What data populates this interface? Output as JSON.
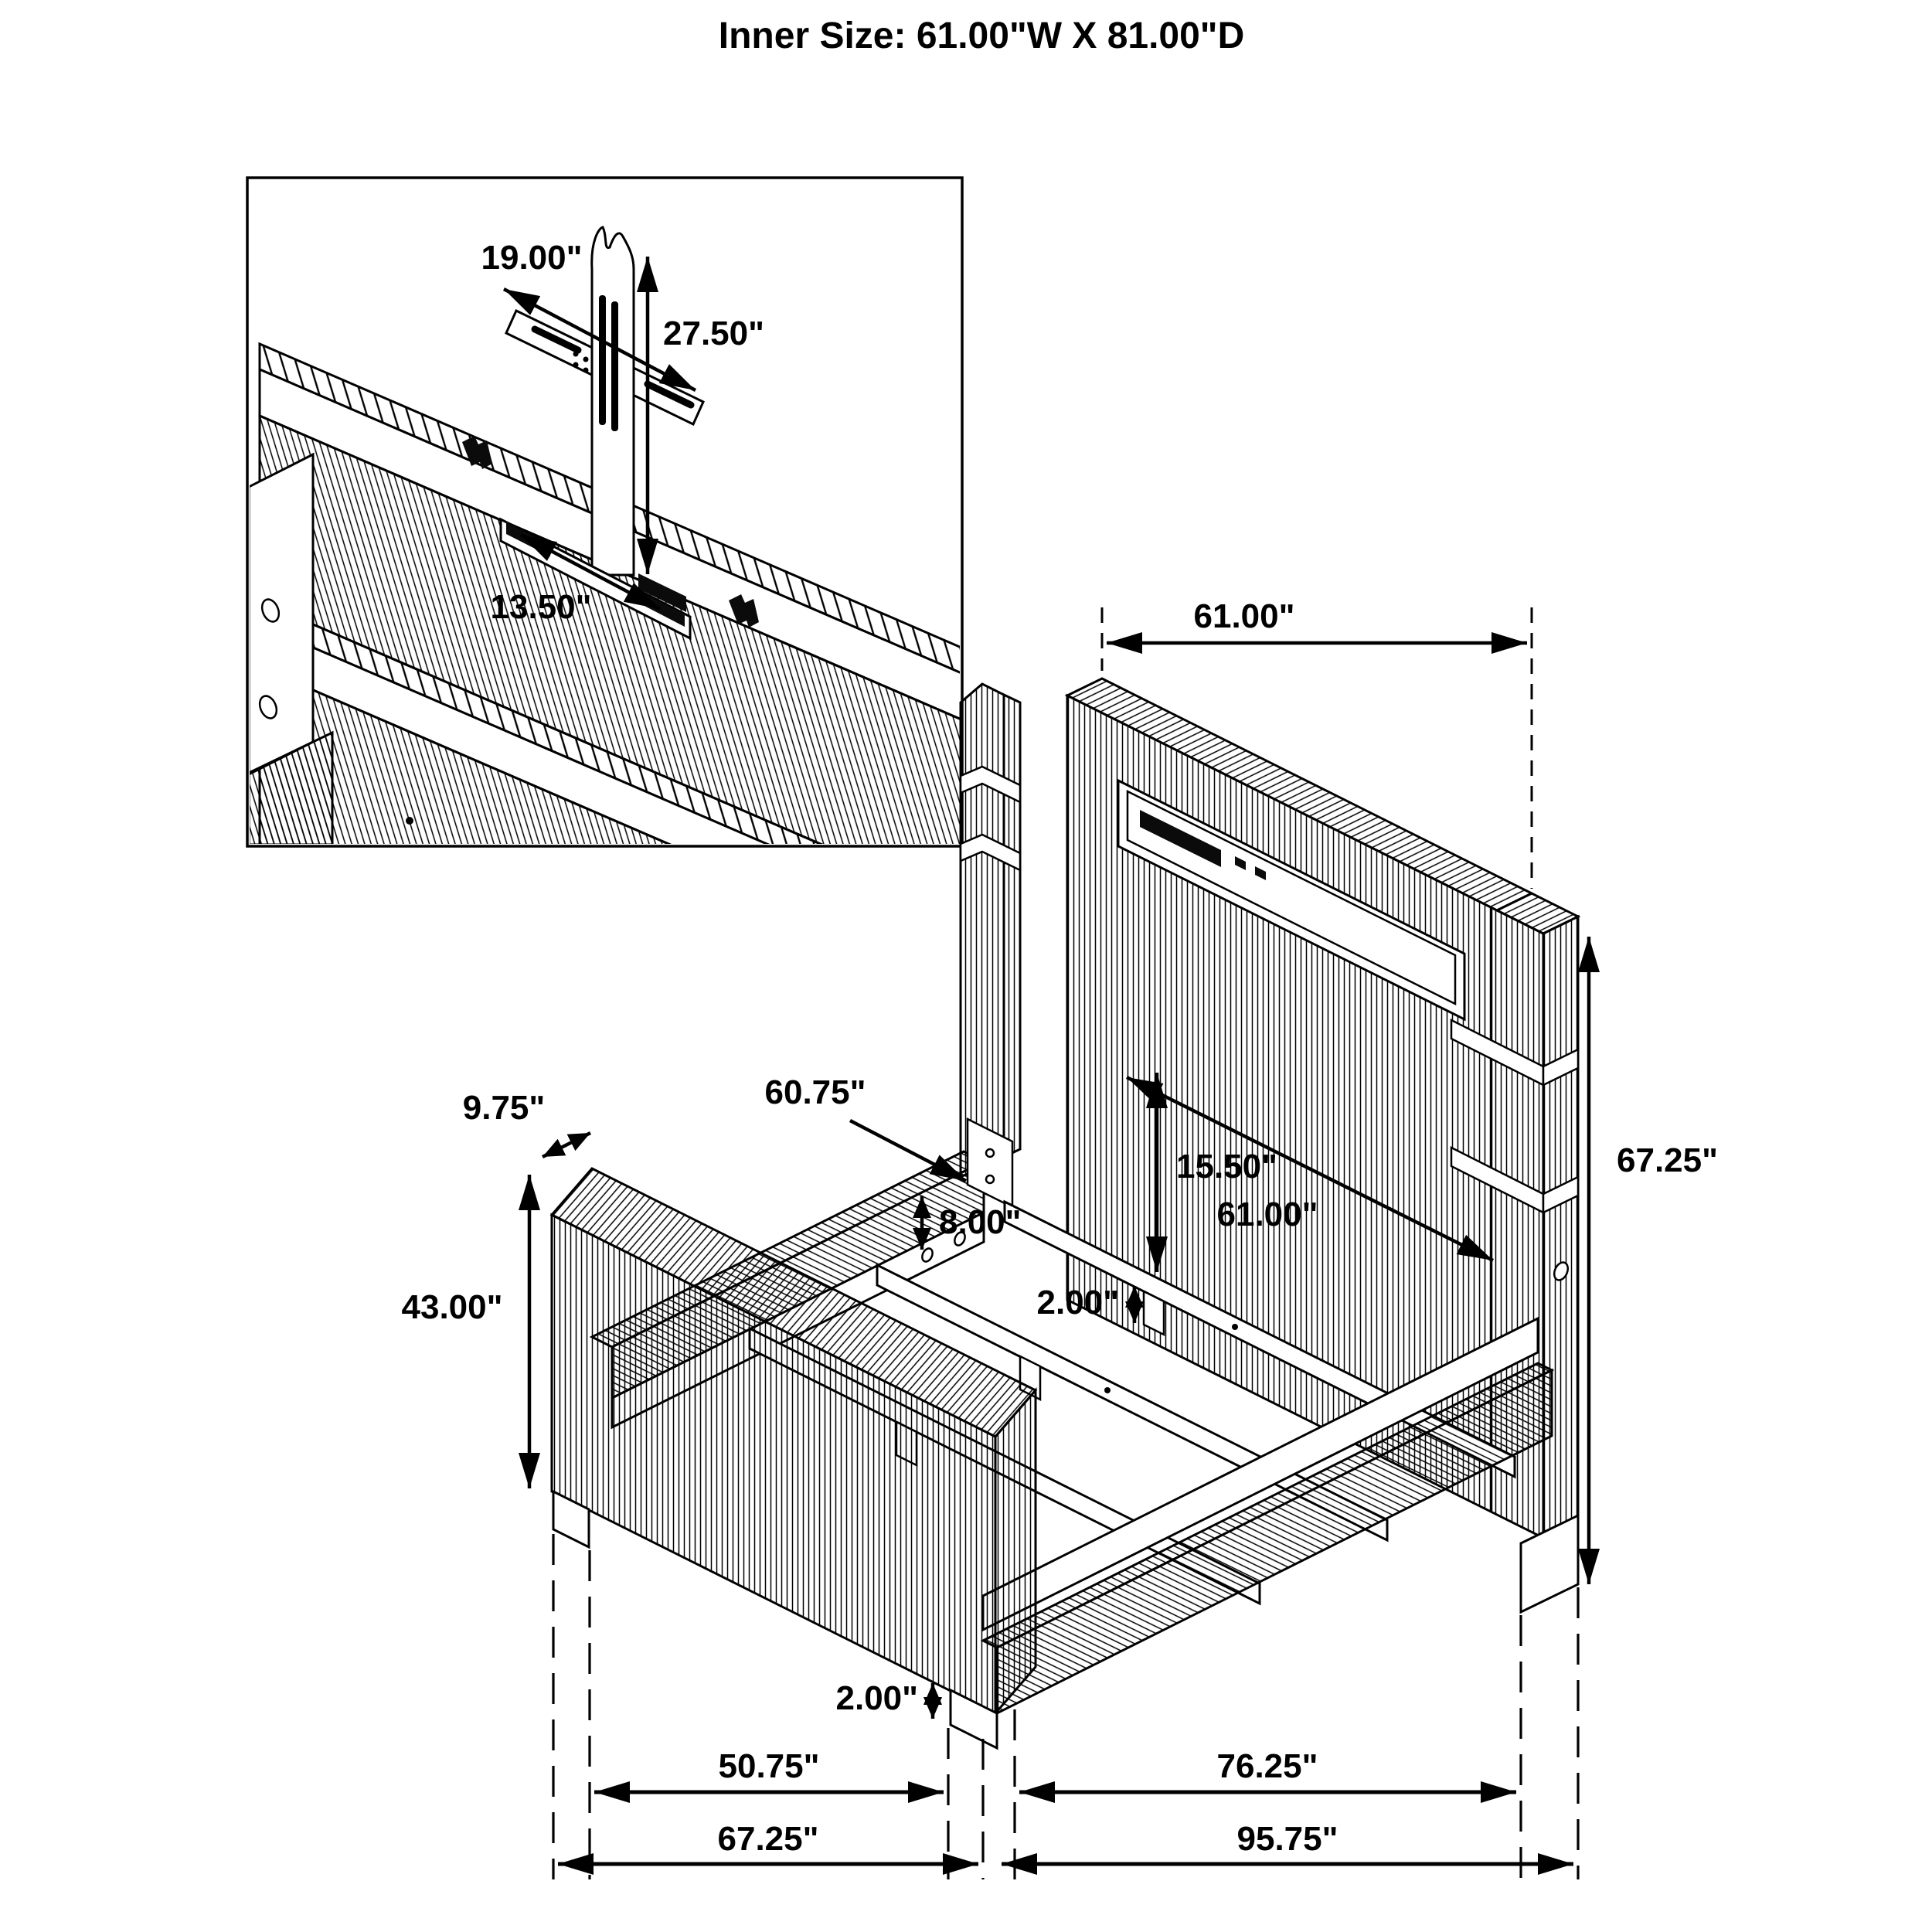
{
  "title": "Inner Size: 61.00\"W X 81.00\"D",
  "inset": {
    "bracket_width": "19.00\"",
    "bracket_height": "27.50\"",
    "bracket_base_width": "13.50\""
  },
  "bed": {
    "headboard_width": "61.00\"",
    "headboard_height": "67.25\"",
    "rail_length": "60.75\"",
    "footboard_depth": "9.75\"",
    "footboard_height": "43.00\"",
    "rail_above_slats": "8.00\"",
    "slat_to_headboard_gap": "15.50\"",
    "inner_width": "61.00\"",
    "slat_leg_height": "2.00\"",
    "foot_height": "2.00\"",
    "footboard_inner_span": "50.75\"",
    "inner_length_span": "76.25\"",
    "overall_width": "67.25\"",
    "overall_length": "95.75\""
  }
}
